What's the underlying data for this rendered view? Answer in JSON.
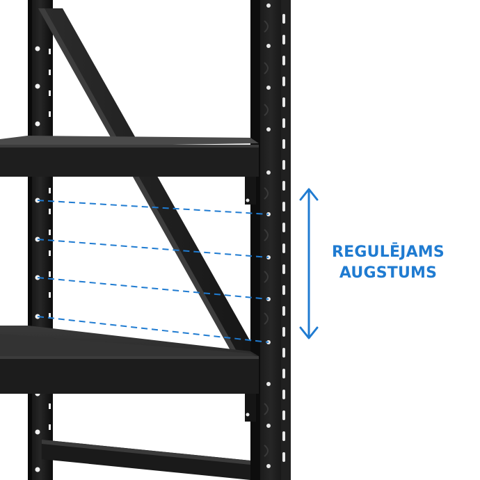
{
  "caption": {
    "line1": "REGULĒJAMS",
    "line2": "AUGSTUMS"
  },
  "colors": {
    "accent": "#1f7bd1",
    "frame": "#1c1c1c",
    "background": "#ffffff"
  },
  "icons": {
    "height_arrow": "double-headed-vertical-arrow"
  }
}
